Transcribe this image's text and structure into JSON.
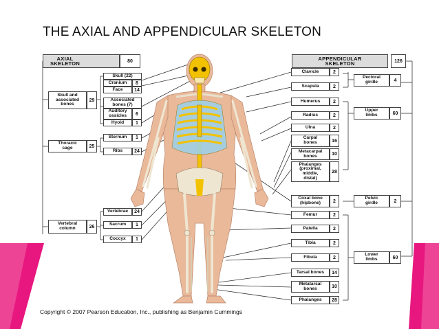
{
  "slide": {
    "title": "THE AXIAL AND APPENDICULAR SKELETON",
    "copyright": "Copyright © 2007 Pearson Education, Inc., publishing as Benjamin Cummings"
  },
  "colors": {
    "accent_magenta": "#e8177f",
    "accent_pink": "#f06aa9",
    "bone_yellow": "#f2c200",
    "skin": "#e9b99a",
    "cartilage_blue": "#9fd0e6"
  },
  "axial": {
    "header": "AXIAL\nSKELETON",
    "total": "80",
    "groups": [
      {
        "label": "Skull and\nassociated\nbones",
        "count": "29"
      },
      {
        "label": "Thoracic\ncage",
        "count": "25"
      },
      {
        "label": "Vertebral\ncolumn",
        "count": "26"
      }
    ],
    "items": [
      {
        "label": "Skull (22)",
        "count": ""
      },
      {
        "label": "Cranium",
        "count": "8"
      },
      {
        "label": "Face",
        "count": "14"
      },
      {
        "label": "Associated\nbones (7)",
        "count": ""
      },
      {
        "label": "Auditory\nossicles",
        "count": "6"
      },
      {
        "label": "Hyoid",
        "count": "1"
      },
      {
        "label": "Sternum",
        "count": "1"
      },
      {
        "label": "Ribs",
        "count": "24"
      },
      {
        "label": "Vertebrae",
        "count": "24"
      },
      {
        "label": "Sacrum",
        "count": "1"
      },
      {
        "label": "Coccyx",
        "count": "1"
      }
    ]
  },
  "appendicular": {
    "header": "APPENDICULAR\nSKELETON",
    "total": "126",
    "items": [
      {
        "label": "Clavicle",
        "count": "2"
      },
      {
        "label": "Scapula",
        "count": "2"
      },
      {
        "label": "Humerus",
        "count": "2"
      },
      {
        "label": "Radius",
        "count": "2"
      },
      {
        "label": "Ulna",
        "count": "2"
      },
      {
        "label": "Carpal\nbones",
        "count": "16"
      },
      {
        "label": "Metacarpal\nbones",
        "count": "10"
      },
      {
        "label": "Phalanges\n(proximal,\nmiddle,\ndistal)",
        "count": "28"
      },
      {
        "label": "Coxal bone\n(hipbone)",
        "count": "2"
      },
      {
        "label": "Femur",
        "count": "2"
      },
      {
        "label": "Patella",
        "count": "2"
      },
      {
        "label": "Tibia",
        "count": "2"
      },
      {
        "label": "Fibula",
        "count": "2"
      },
      {
        "label": "Tarsal bones",
        "count": "14"
      },
      {
        "label": "Metatarsal\nbones",
        "count": "10"
      },
      {
        "label": "Phalanges",
        "count": "28"
      }
    ],
    "groups": [
      {
        "label": "Pectoral\ngirdle",
        "count": "4"
      },
      {
        "label": "Upper\nlimbs",
        "count": "60"
      },
      {
        "label": "Pelvic\ngirdle",
        "count": "2"
      },
      {
        "label": "Lower\nlimbs",
        "count": "60"
      }
    ]
  }
}
